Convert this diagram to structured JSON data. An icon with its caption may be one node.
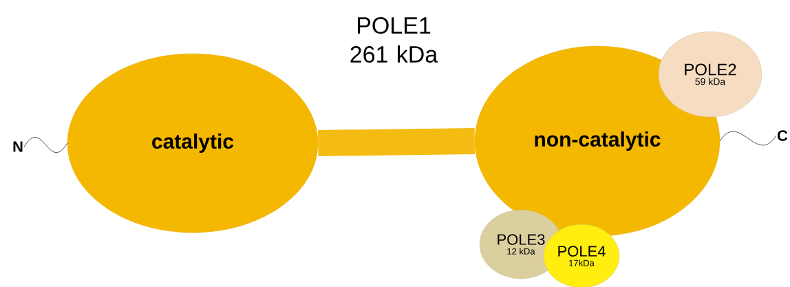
{
  "diagram": {
    "title": "POLE1 261 kDa",
    "nodes": [
      {
        "text": [
          "catalytic"
        ]
      },
      {
        "text": [
          "non-catalytic"
        ]
      },
      {
        "text": [
          "POLE2",
          "59 kDa"
        ]
      },
      {
        "text": [
          "POLE3",
          "12 kDa"
        ]
      },
      {
        "text": [
          "POLE4",
          "17kDa"
        ]
      },
      {
        "text": [
          "N"
        ]
      },
      {
        "text": [
          "C"
        ]
      }
    ],
    "edges": [
      {
        "from": 0,
        "to": 1,
        "arrow": "none",
        "style": "thick",
        "color": "#f4bc12"
      },
      {
        "from": 5,
        "to": 0,
        "arrow": "none"
      },
      {
        "from": 1,
        "to": 6,
        "arrow": "none"
      }
    ]
  }
}
